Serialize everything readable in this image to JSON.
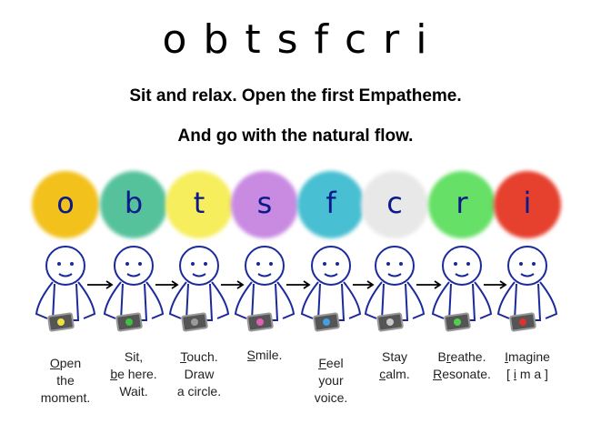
{
  "title": "o b t s f c r i",
  "subtitle_line1": "Sit and relax. Open the first Empatheme.",
  "subtitle_line2": "And go with the natural flow.",
  "steps": [
    {
      "letter": "o",
      "color": "#f2c11c",
      "card": "#f0e040",
      "lines": [
        "Open",
        "the",
        "moment."
      ]
    },
    {
      "letter": "b",
      "color": "#56c29c",
      "card": "#40c040",
      "lines": [
        "Sit,",
        "be here.",
        "Wait."
      ]
    },
    {
      "letter": "t",
      "color": "#f6ee5c",
      "card": "#9a9a9a",
      "lines": [
        "Touch.",
        "Draw",
        "a circle."
      ]
    },
    {
      "letter": "s",
      "color": "#c98ae2",
      "card": "#e060b0",
      "lines": [
        "Smile."
      ]
    },
    {
      "letter": "f",
      "color": "#48bfd2",
      "card": "#40a0e0",
      "lines": [
        "Feel",
        "your",
        "voice."
      ]
    },
    {
      "letter": "c",
      "color": "#e8e8e8",
      "card": "#c8c8c8",
      "lines": [
        "Stay",
        "calm."
      ]
    },
    {
      "letter": "r",
      "color": "#66e066",
      "card": "#50d050",
      "lines": [
        "Breathe.",
        "Resonate."
      ]
    },
    {
      "letter": "i",
      "color": "#e6402e",
      "card": "#e03030",
      "lines": [
        "Imagine",
        "[ i m a ]"
      ]
    }
  ]
}
